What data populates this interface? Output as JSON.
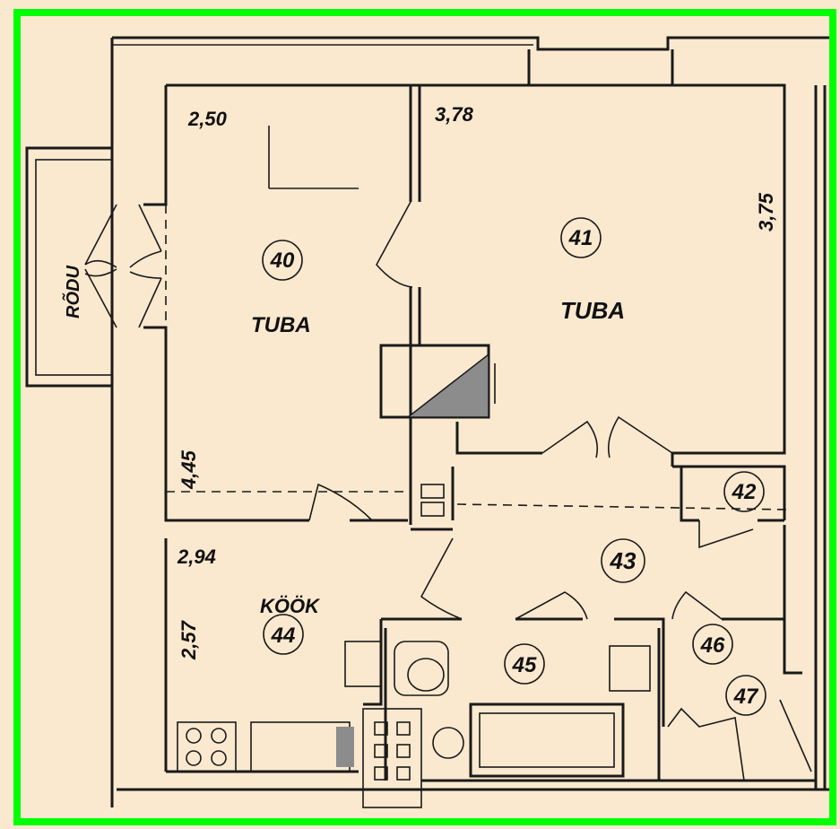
{
  "balcony": {
    "label": "RÕDU"
  },
  "rooms": [
    {
      "number": "40",
      "name": "TUBA",
      "dim_w": "2,50",
      "dim_h": "4,45"
    },
    {
      "number": "41",
      "name": "TUBA",
      "dim_w": "3,78",
      "dim_h": "3,75"
    },
    {
      "number": "42"
    },
    {
      "number": "43"
    },
    {
      "number": "44",
      "name": "KÖÖK",
      "dim_w": "2,94",
      "dim_h": "2,57"
    },
    {
      "number": "45"
    },
    {
      "number": "46"
    },
    {
      "number": "47"
    }
  ],
  "colors": {
    "paper": "#fbe9cf",
    "ink": "#1a1a1a",
    "frame": "#00ff00",
    "shade": "#8c8c8c"
  }
}
